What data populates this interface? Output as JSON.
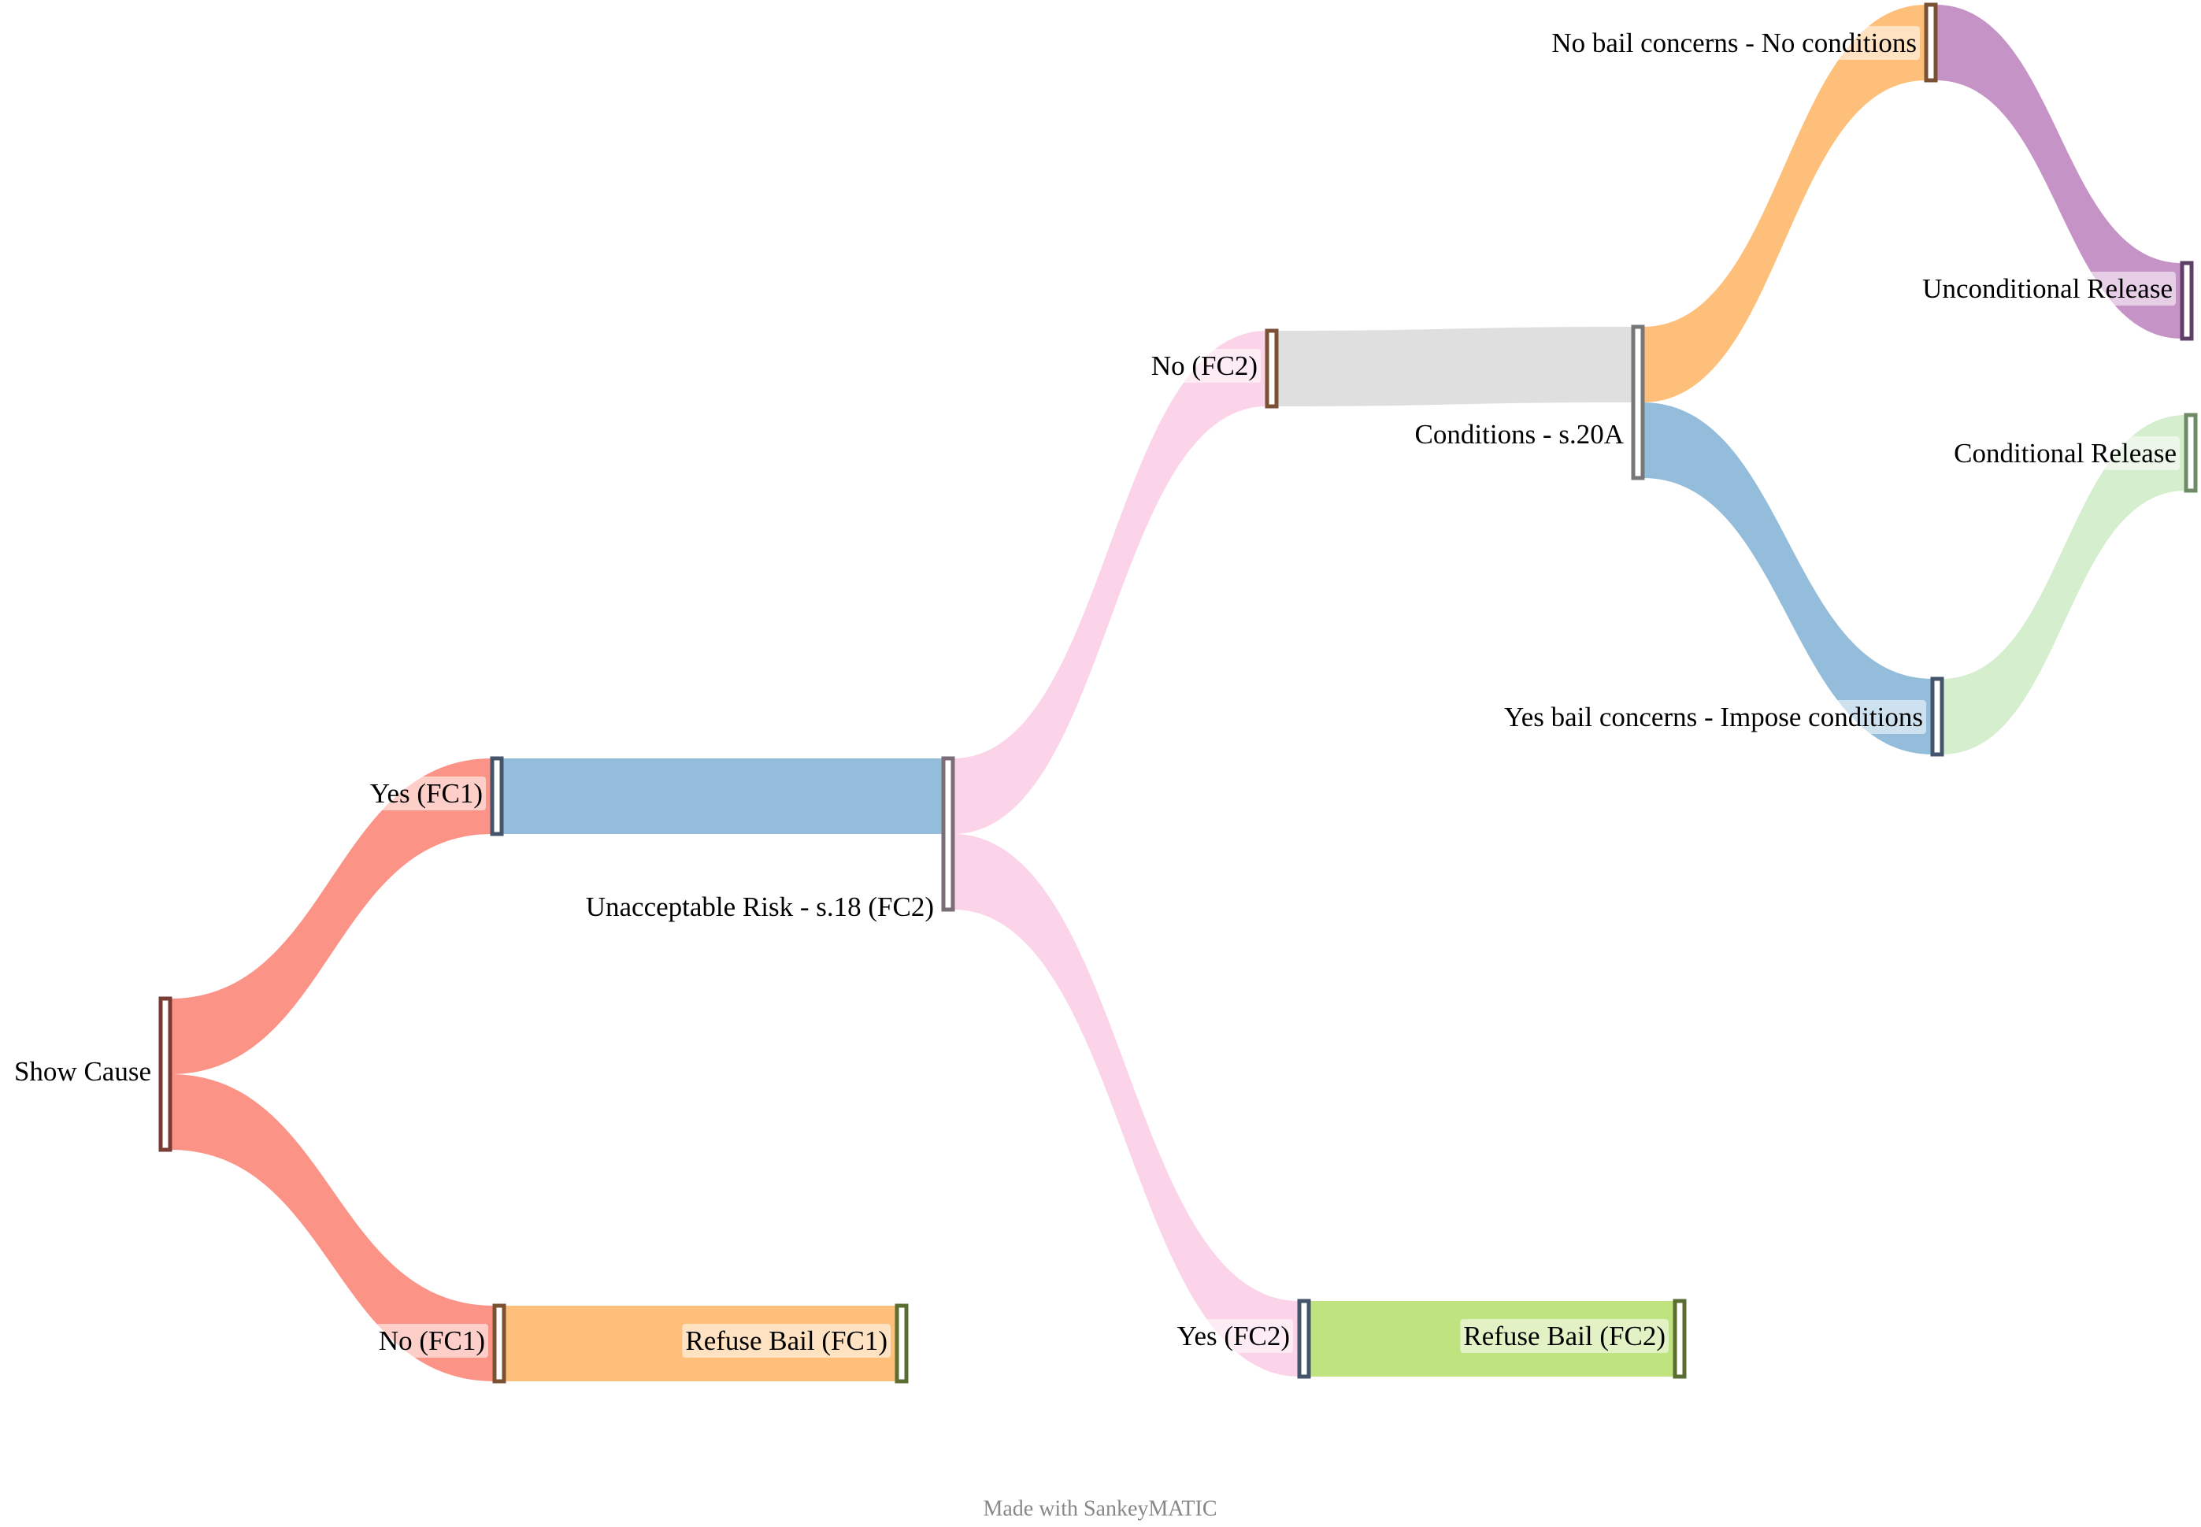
{
  "diagram": {
    "type": "sankey",
    "credit": "Made with SankeyMATIC",
    "nodes": [
      {
        "id": "show_cause",
        "label": "Show Cause",
        "color": "#7a3b36"
      },
      {
        "id": "yes_fc1",
        "label": "Yes (FC1)",
        "color": "#44556b"
      },
      {
        "id": "no_fc1",
        "label": "No (FC1)",
        "color": "#7a5233"
      },
      {
        "id": "refuse_fc1",
        "label": "Refuse Bail (FC1)",
        "color": "#5b6e32"
      },
      {
        "id": "unacceptable",
        "label": "Unacceptable Risk - s.18 (FC2)",
        "color": "#7a6e78"
      },
      {
        "id": "no_fc2",
        "label": "No (FC2)",
        "color": "#7a5233"
      },
      {
        "id": "yes_fc2",
        "label": "Yes (FC2)",
        "color": "#44556b"
      },
      {
        "id": "refuse_fc2",
        "label": "Refuse Bail (FC2)",
        "color": "#5b6e32"
      },
      {
        "id": "conditions",
        "label": "Conditions - s.20A",
        "color": "#777777"
      },
      {
        "id": "no_bail",
        "label": "No bail concerns - No conditions",
        "color": "#7a5233"
      },
      {
        "id": "yes_bail",
        "label": "Yes bail concerns - Impose conditions",
        "color": "#44556b"
      },
      {
        "id": "uncond",
        "label": "Unconditional Release",
        "color": "#5e3f66"
      },
      {
        "id": "cond",
        "label": "Conditional Release",
        "color": "#6e8a66"
      }
    ],
    "flows": [
      {
        "from": "show_cause",
        "to": "yes_fc1",
        "value": 1,
        "color": "#fb8072"
      },
      {
        "from": "show_cause",
        "to": "no_fc1",
        "value": 1,
        "color": "#fb8072"
      },
      {
        "from": "no_fc1",
        "to": "refuse_fc1",
        "value": 1,
        "color": "#fdb462"
      },
      {
        "from": "yes_fc1",
        "to": "unacceptable",
        "value": 1,
        "color": "#80b1d3"
      },
      {
        "from": "unacceptable",
        "to": "no_fc2",
        "value": 1,
        "color": "#fccde5"
      },
      {
        "from": "unacceptable",
        "to": "yes_fc2",
        "value": 1,
        "color": "#fccde5"
      },
      {
        "from": "yes_fc2",
        "to": "refuse_fc2",
        "value": 1,
        "color": "#b3de69"
      },
      {
        "from": "no_fc2",
        "to": "conditions",
        "value": 1,
        "color": "#d9d9d9"
      },
      {
        "from": "conditions",
        "to": "no_bail",
        "value": 1,
        "color": "#fdb462"
      },
      {
        "from": "conditions",
        "to": "yes_bail",
        "value": 1,
        "color": "#80b1d3"
      },
      {
        "from": "no_bail",
        "to": "uncond",
        "value": 1,
        "color": "#bc80bd"
      },
      {
        "from": "yes_bail",
        "to": "cond",
        "value": 1,
        "color": "#ccebc5"
      }
    ]
  }
}
